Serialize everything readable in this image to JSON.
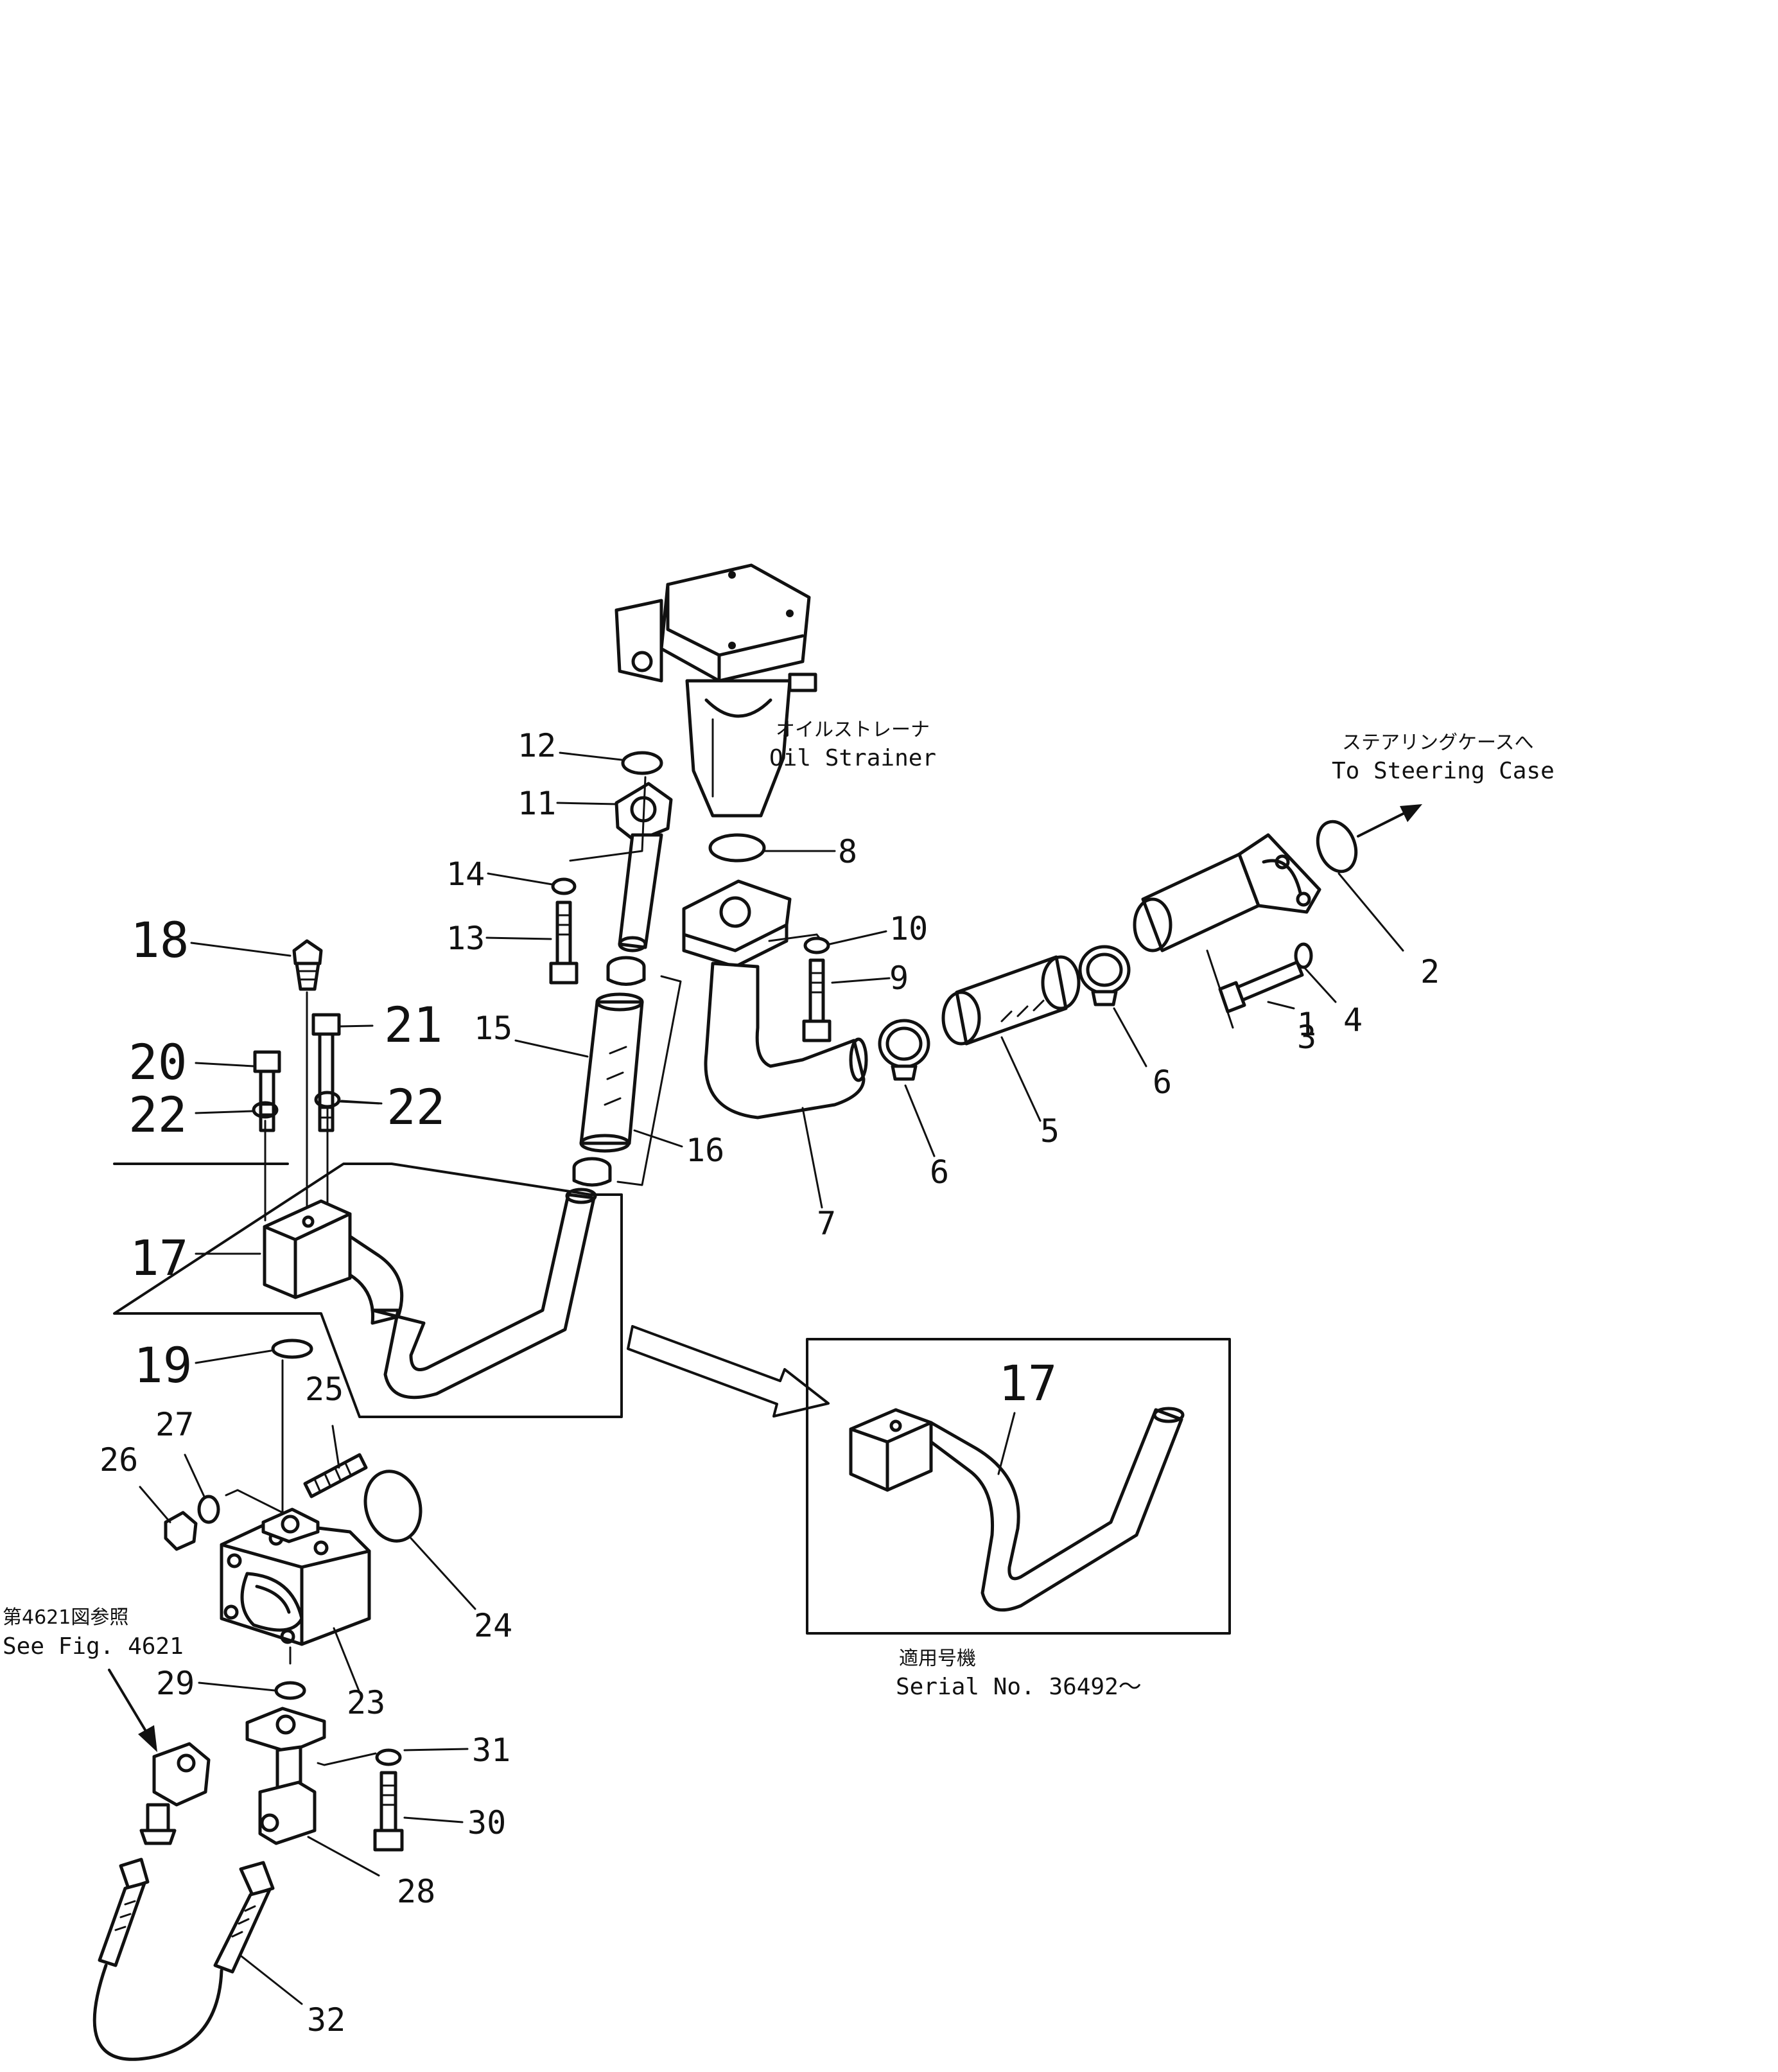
{
  "labels": {
    "oil_strainer_jp": "オイルストレーナ",
    "oil_strainer_en": "Oil Strainer",
    "steering_jp": "ステアリングケースへ",
    "steering_en": "To Steering Case",
    "see_fig_jp": "第4621図参照",
    "see_fig_en": "See Fig. 4621",
    "serial_jp": "適用号機",
    "serial_en": "Serial No. 36492～"
  },
  "callouts": {
    "c1": "1",
    "c2": "2",
    "c3": "3",
    "c4": "4",
    "c5": "5",
    "c6a": "6",
    "c6b": "6",
    "c7": "7",
    "c8": "8",
    "c9": "9",
    "c10": "10",
    "c11": "11",
    "c12": "12",
    "c13": "13",
    "c14": "14",
    "c15": "15",
    "c16": "16",
    "c17a": "17",
    "c17b": "17",
    "c18": "18",
    "c19": "19",
    "c20": "20",
    "c21": "21",
    "c22a": "22",
    "c22b": "22",
    "c23": "23",
    "c24": "24",
    "c25": "25",
    "c26": "26",
    "c27": "27",
    "c28": "28",
    "c29": "29",
    "c30": "30",
    "c31": "31",
    "c32": "32"
  }
}
